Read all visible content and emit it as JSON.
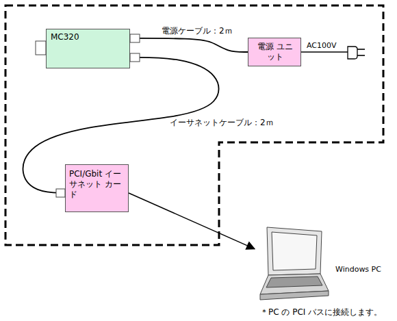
{
  "diagram": {
    "nodes": [
      {
        "text": [
          "MC320"
        ]
      },
      {
        "text": [
          "電源 ユニット"
        ]
      },
      {
        "text": [
          "PCI/Gbit イーサネット カード"
        ]
      },
      {
        "text": [
          "Windows PC"
        ]
      }
    ],
    "edges": [
      {
        "from": 0,
        "to": 1,
        "arrow": "none",
        "label": "電源ケーブル：2ｍ"
      },
      {
        "from": 0,
        "to": 2,
        "arrow": "none",
        "label": "イーサネットケーブル：2ｍ"
      },
      {
        "from": 2,
        "to": 3,
        "arrow": "to"
      }
    ],
    "labels": [
      "AC100V",
      "＊PC の PCI バスに接続します。"
    ]
  }
}
